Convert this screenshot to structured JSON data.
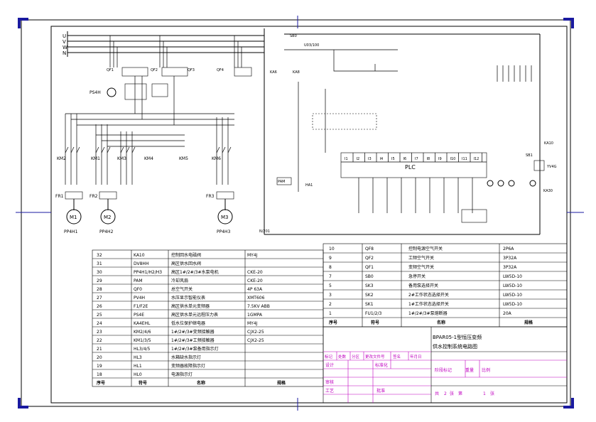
{
  "bus_labels": [
    "U",
    "V",
    "W",
    "N"
  ],
  "motors": [
    {
      "name": "M1",
      "pump": "PP4H1",
      "fr": "FR1",
      "km": "KM2"
    },
    {
      "name": "M2",
      "pump": "PP4H2",
      "fr": "FR2",
      "km": "KM3"
    },
    {
      "name": "M3",
      "pump": "PP4H3",
      "fr": "FR3",
      "km": "KM6"
    }
  ],
  "contactors_extra": [
    "KM1",
    "KM4",
    "KM5"
  ],
  "circuit": {
    "qf_labels": [
      "QF1",
      "QF2",
      "QF3",
      "QF4"
    ],
    "psh": "PS4H",
    "fuse": "SB0",
    "volt": "U03/100",
    "ka": [
      "KA6",
      "KA8"
    ],
    "plc_label": "PLC",
    "ha": "HA1",
    "ka10": "KA10",
    "ka30": "KA30",
    "yv": "YV4G",
    "sb": "SB1",
    "pam": "PAM",
    "n_label": "N/201",
    "plc_inputs": [
      "I1",
      "I2",
      "I3",
      "I4",
      "I5",
      "I6",
      "I7",
      "I8",
      "I9",
      "I10",
      "I11",
      "I12"
    ]
  },
  "parts_left": [
    {
      "no": "32",
      "code": "KA10",
      "name": "控制回水电磁阀",
      "spec": "MY4J"
    },
    {
      "no": "31",
      "code": "DV8HH",
      "name": "高区供水回水阀",
      "spec": ""
    },
    {
      "no": "30",
      "code": "PP4H1/H2/H3",
      "name": "高区1#/2#/3#水泵电机",
      "spec": "CKE-20"
    },
    {
      "no": "29",
      "code": "PAM",
      "name": "冷却风扇",
      "spec": "CKE-20"
    },
    {
      "no": "28",
      "code": "QF0",
      "name": "总空气开关",
      "spec": "4P 63A"
    },
    {
      "no": "27",
      "code": "PV4H",
      "name": "水压显示智能仪表",
      "spec": "XMT606"
    },
    {
      "no": "26",
      "code": "F1/F2E",
      "name": "高区供水单元变频器",
      "spec": "7.5KV ABB"
    },
    {
      "no": "25",
      "code": "PS4E",
      "name": "高区供水单元远程压力表",
      "spec": "1GMPA"
    },
    {
      "no": "24",
      "code": "KA4EHL",
      "name": "低水位保护继电器",
      "spec": "MY4J"
    },
    {
      "no": "23",
      "code": "KM2/4/6",
      "name": "1#/2#/3#变频接触器",
      "spec": "CJX2-25"
    },
    {
      "no": "22",
      "code": "KM1/3/5",
      "name": "1#/2#/3#工频接触器",
      "spec": "CJX2-25"
    },
    {
      "no": "21",
      "code": "HL3/4/5",
      "name": "1#/2#/3#泵备用指示灯",
      "spec": ""
    },
    {
      "no": "20",
      "code": "HL3",
      "name": "水箱缺水指示灯",
      "spec": ""
    },
    {
      "no": "19",
      "code": "HL1",
      "name": "变频器故障指示灯",
      "spec": ""
    },
    {
      "no": "18",
      "code": "HL0",
      "name": "电源指示灯",
      "spec": ""
    }
  ],
  "parts_left_header": {
    "no": "序号",
    "code": "符号",
    "name": "名称",
    "spec": "规格"
  },
  "parts_right": [
    {
      "no": "10",
      "code": "QF8",
      "name": "控制电源空气开关",
      "spec": "2P6A"
    },
    {
      "no": "9",
      "code": "QF2",
      "name": "工频空气开关",
      "spec": "3P32A"
    },
    {
      "no": "8",
      "code": "QF1",
      "name": "变频空气开关",
      "spec": "3P32A"
    },
    {
      "no": "7",
      "code": "SB0",
      "name": "急停开关",
      "spec": "LW5D-10"
    },
    {
      "no": "5",
      "code": "SK3",
      "name": "备用泵选择开关",
      "spec": "LW5D-10"
    },
    {
      "no": "3",
      "code": "SK2",
      "name": "2#工作状态选择开关",
      "spec": "LW5D-10"
    },
    {
      "no": "2",
      "code": "SK1",
      "name": "1#工作状态选择开关",
      "spec": "LW5D-10"
    },
    {
      "no": "1",
      "code": "FU1/2/3",
      "name": "1#/2#/3#泵熔断器",
      "spec": "20A"
    }
  ],
  "parts_right_header": {
    "no": "序号",
    "code": "符号",
    "name": "名称",
    "spec": "规格"
  },
  "title_block": {
    "title_line1": "BPAR05-1型恒压变频",
    "title_line2": "供水控制系统电路图",
    "rev_labels": [
      "标记",
      "处数",
      "分区",
      "更改文件号",
      "签名",
      "年月日"
    ],
    "design": "设计",
    "standard": "标准化",
    "check": "审核",
    "process": "工艺",
    "approve": "批准",
    "stage": "阶段标记",
    "weight": "重量",
    "scale": "比例",
    "sheets_total": "共",
    "sheets_total_n": "2",
    "sheet_word": "张",
    "sheet_no_label": "第",
    "sheet_no": "1",
    "sheet_word2": "张"
  }
}
